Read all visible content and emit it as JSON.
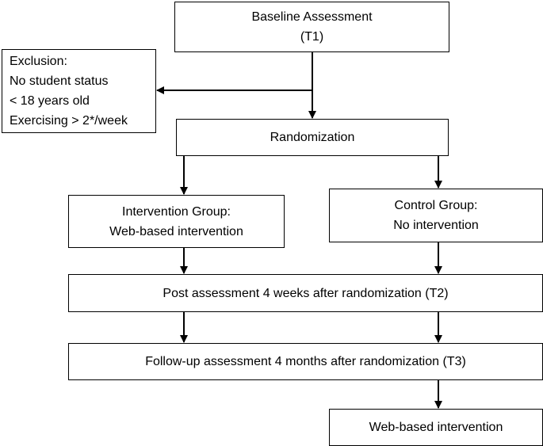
{
  "baseline": {
    "line1": "Baseline Assessment",
    "line2": "(T1)"
  },
  "exclusion": {
    "title": "Exclusion:",
    "items": [
      "No student status",
      "< 18 years old",
      "Exercising > 2*/week"
    ]
  },
  "randomization": {
    "label": "Randomization"
  },
  "intervention_group": {
    "line1": "Intervention Group:",
    "line2": "Web-based intervention"
  },
  "control_group": {
    "line1": "Control Group:",
    "line2": "No intervention"
  },
  "post_assessment": {
    "label": "Post assessment 4 weeks after randomization (T2)"
  },
  "follow_up": {
    "label": "Follow-up assessment 4 months after randomization (T3)"
  },
  "final": {
    "label": "Web-based intervention"
  }
}
